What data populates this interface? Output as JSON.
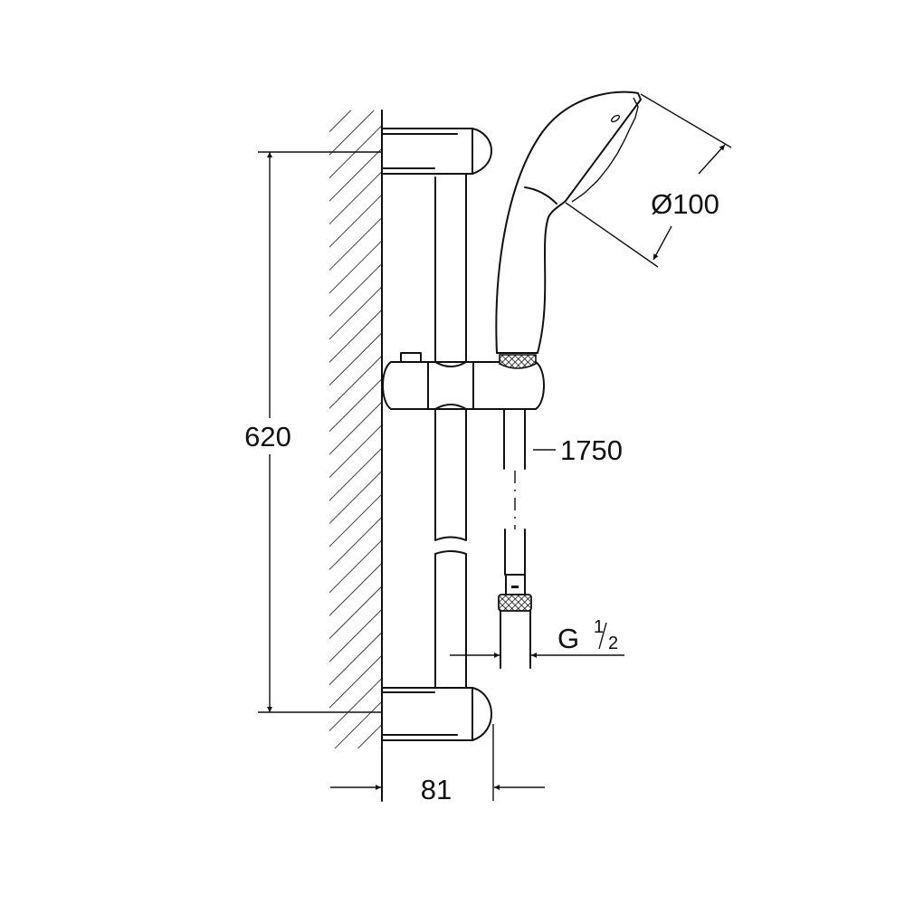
{
  "dimensions": {
    "height": "620",
    "depth": "81",
    "head_diameter": "Ø100",
    "hose_length": "1750",
    "thread_letter": "G",
    "thread_numerator": "1",
    "thread_denominator": "2"
  },
  "colors": {
    "line": "#111111",
    "background": "#ffffff"
  }
}
